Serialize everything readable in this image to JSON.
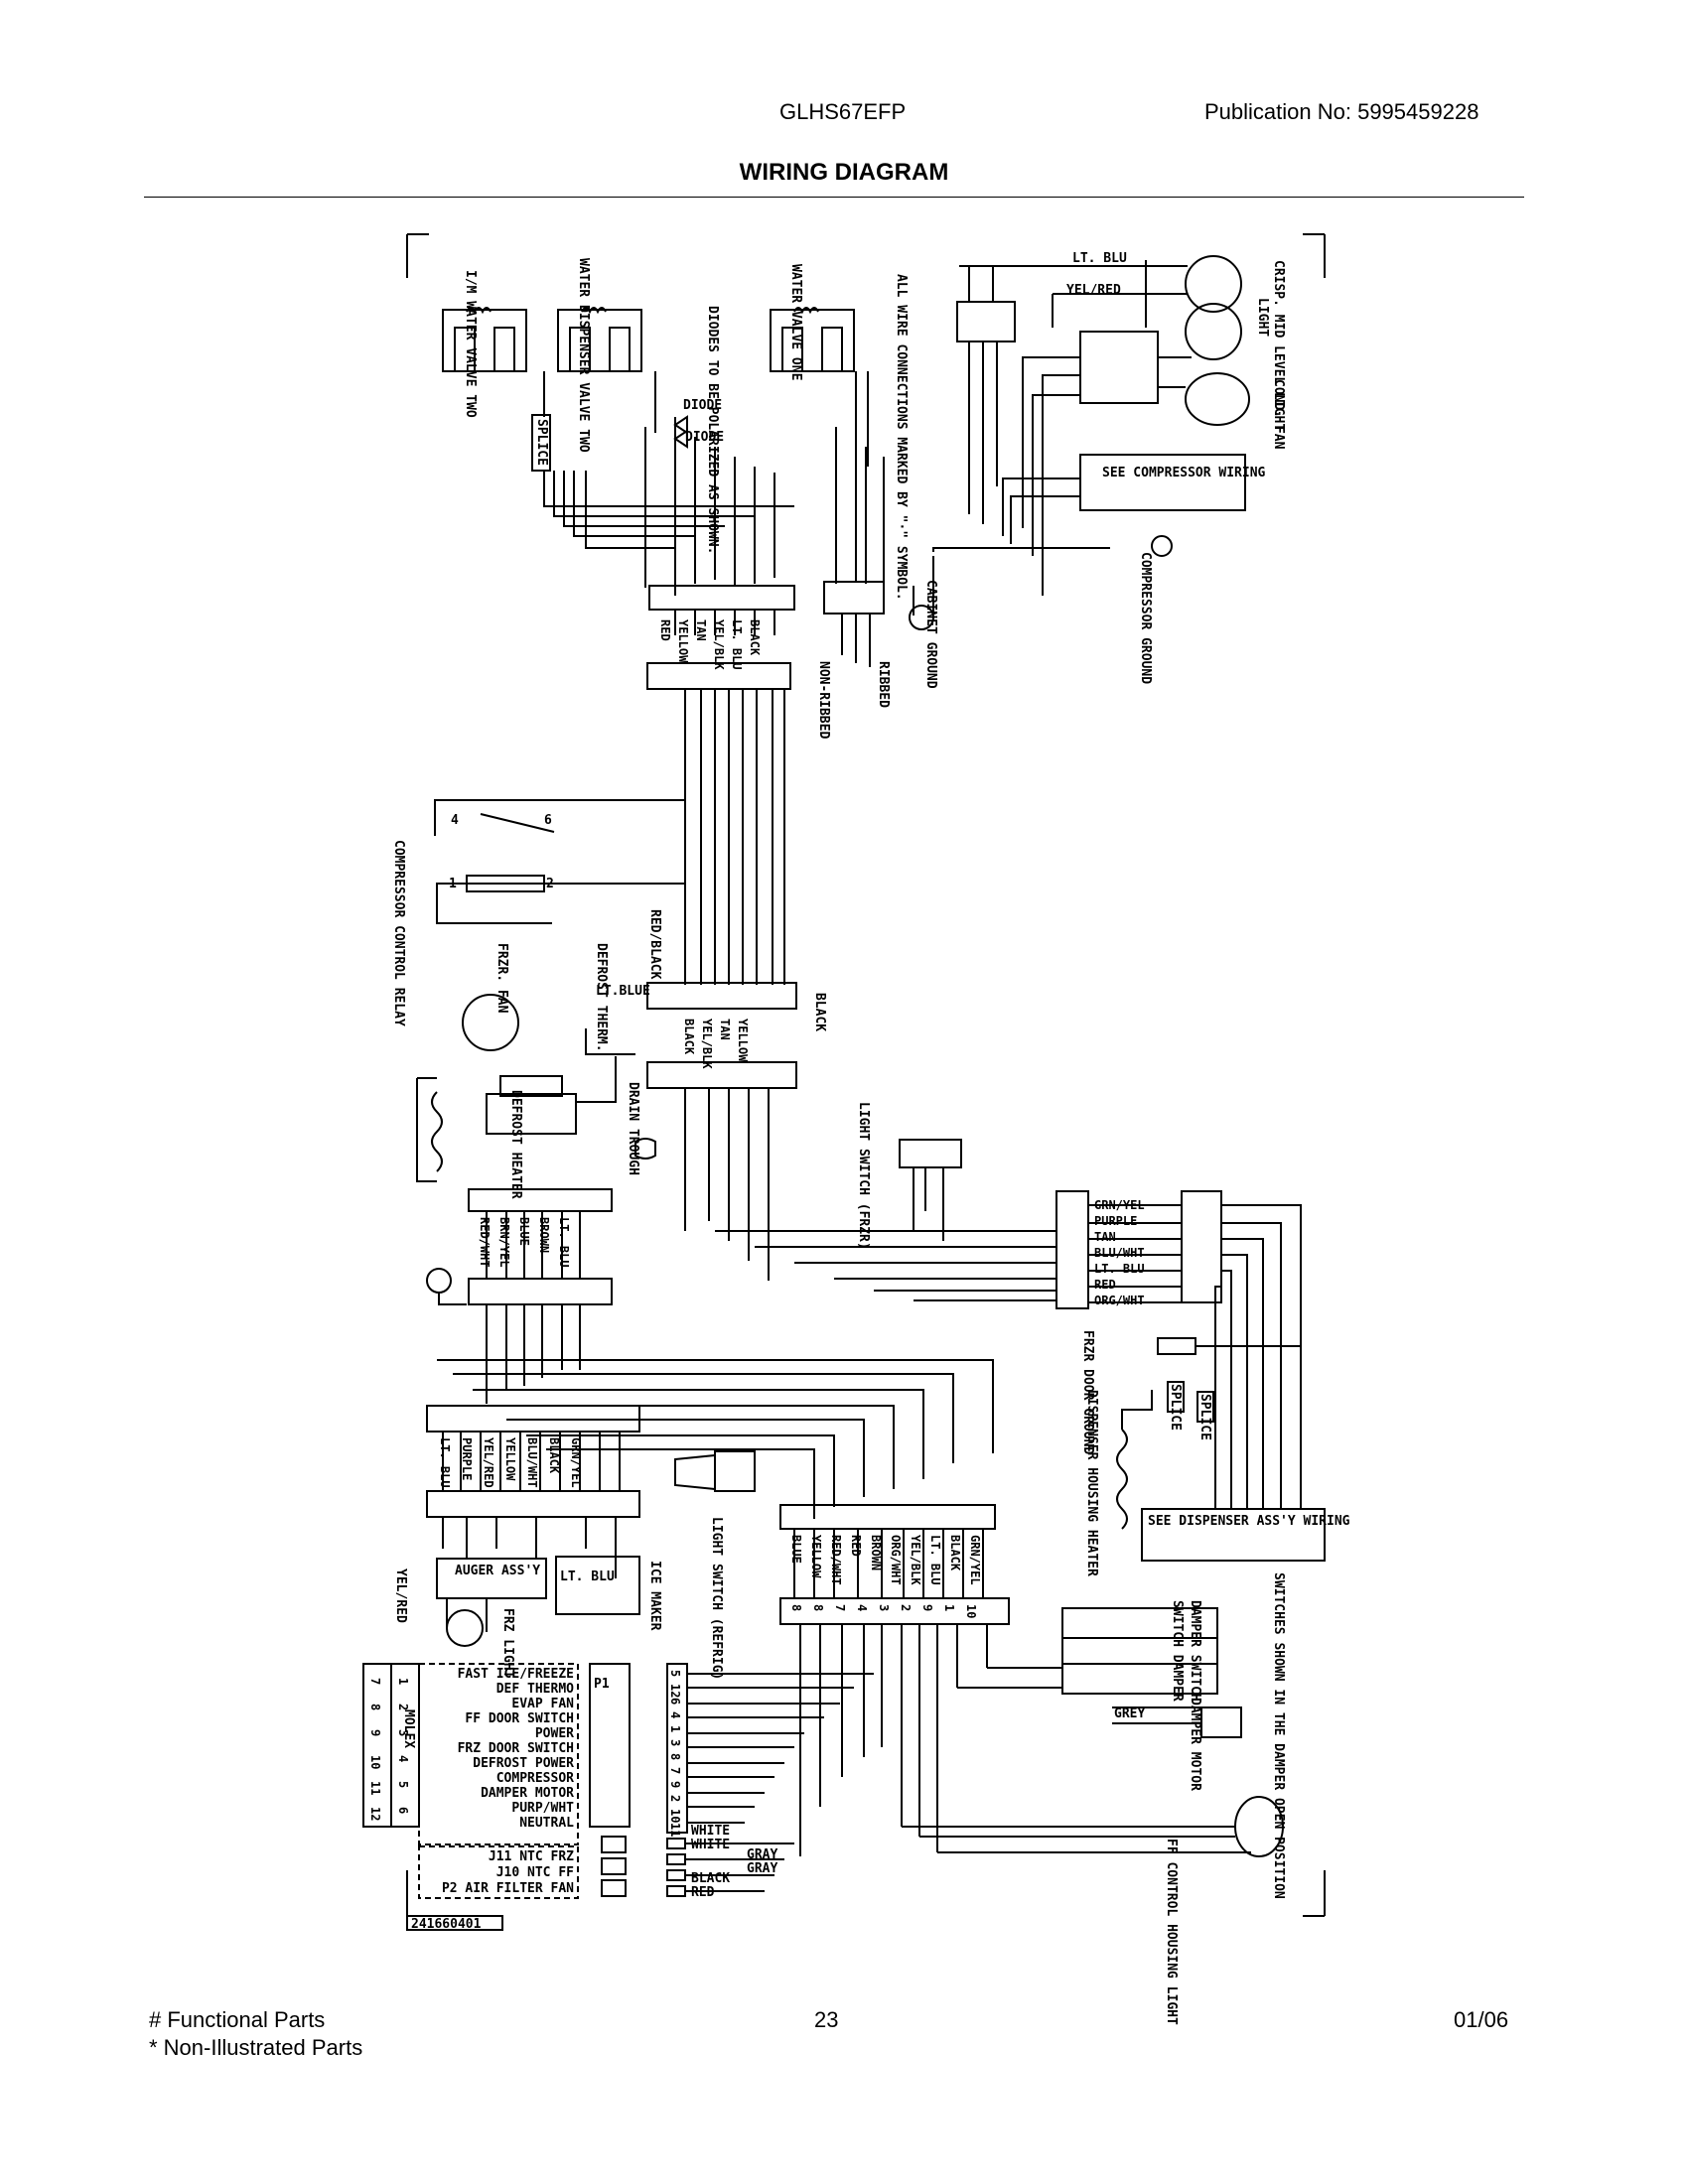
{
  "header": {
    "model": "GLHS67EFP",
    "publication": "Publication No:  5995459228",
    "title": "WIRING DIAGRAM"
  },
  "footer": {
    "functional_parts": "# Functional Parts",
    "non_illustrated": "* Non-Illustrated Parts",
    "page_number": "23",
    "date": "01/06"
  },
  "diagram": {
    "vertical_labels": {
      "ice_water_valve": "I/M WATER VALVE TWO",
      "dispenser_valve": "WATER DISPENSER VALVE TWO",
      "water_valve_one": "WATER VALVE ONE",
      "connections_note": "ALL WIRE CONNECTIONS MARKED BY \"·\" SYMBOL.",
      "diodes_note": "DIODES TO BE POLARIZED AS SHOWN.",
      "splice_top": "SPLICE",
      "crisp_light": "CRISP. MID LEVEL LIGHT",
      "cond_fan": "COND. FAN",
      "light_right": "LIGHT",
      "cabinet_ground": "CABINET GROUND",
      "compressor_ground": "COMPRESSOR GROUND",
      "ribbed": "RIBBED",
      "non_ribbed": "NON-RIBBED",
      "compressor_relay": "COMPRESSOR CONTROL RELAY",
      "red_black": "RED/BLACK",
      "black_mid": "BLACK",
      "frzr_fan": "FRZR. FAN",
      "defrost_therm": "DEFROST THERM.",
      "defrost_heater": "DEFROST HEATER",
      "drain_trough": "DRAIN TROUGH",
      "light_switch_frzr": "LIGHT SWITCH (FRZR)",
      "frzr_door_ground": "FRZR DOOR GROUND",
      "dispenser_heater": "DISPENSER HOUSING HEATER",
      "light_switch_refrig": "LIGHT SWITCH (REFRIG)",
      "ice_maker": "ICE MAKER",
      "frz_light": "FRZ LIGHT",
      "yel_red": "YEL/RED",
      "switches_note": "SWITCHES SHOWN IN THE DAMPER OPEN POSITION",
      "damper_switch": "DAMPER SWITCH",
      "damper_switch_b": "SWITCH DAMPER",
      "damper_motor": "DAMPER MOTOR",
      "ff_light": "FF CONTROL HOUSING LIGHT",
      "molex": "MOLEX",
      "splice_a": "SPLICE",
      "splice_b": "SPLICE"
    },
    "wire_groups": {
      "top_connector": [
        "RED",
        "YELLOW",
        "TAN",
        "YEL/BLK",
        "LT. BLU",
        "BLACK"
      ],
      "mid_connector": [
        "BLACK",
        "YEL/BLK",
        "TAN",
        "YELLOW"
      ],
      "freezer_connector": [
        "RED/WHT",
        "BRN/YEL",
        "BLUE",
        "BROWN",
        "LT. BLU"
      ],
      "lower_connector": [
        "LT. BLU",
        "PURPLE",
        "YEL/RED",
        "YELLOW",
        "BLU/WHT",
        "BLACK",
        "GRN/YEL"
      ],
      "refrig_connector": [
        "BLUE",
        "YELLOW",
        "RED/WHT",
        "RED",
        "BROWN",
        "ORG/WHT",
        "YEL/BLK",
        "LT. BLU",
        "BLACK",
        "GRN/YEL"
      ],
      "door_connector": [
        "GRN/YEL",
        "PURPLE",
        "TAN",
        "BLU/WHT",
        "LT. BLU",
        "RED",
        "ORG/WHT"
      ]
    },
    "labels": {
      "lt_blu_top": "LT. BLU",
      "yel_red_top": "YEL/RED",
      "see_compressor": "SEE COMPRESSOR WIRING",
      "diode_1": "DIODE",
      "diode_2": "DIODE",
      "relay_4": "4",
      "relay_6": "6",
      "relay_1": "1",
      "relay_2": "2",
      "lt_blue_therm": "LT.BLUE",
      "see_dispenser": "SEE DISPENSER ASS'Y WIRING",
      "auger": "AUGER ASS'Y",
      "lt_blu_auger": "LT. BLU",
      "grey": "GREY",
      "p1": "P1",
      "part_number": "241660401",
      "white_1": "WHITE",
      "white_2": "WHITE",
      "gray_1": "GRAY",
      "gray_2": "GRAY",
      "black_b": "BLACK",
      "red_b": "RED"
    },
    "control_functions": [
      "FAST ICE/FREEZE",
      "DEF THERMO",
      "EVAP FAN",
      "FF DOOR SWITCH",
      "POWER",
      "FRZ DOOR SWITCH",
      "DEFROST POWER",
      "COMPRESSOR",
      "DAMPER MOTOR",
      "PURP/WHT",
      "NEUTRAL"
    ],
    "sensor_functions": [
      "J11 NTC FRZ",
      "J10 NTC FF",
      "P2 AIR FILTER FAN"
    ],
    "pin_numbers_left": [
      "7",
      "8",
      "9",
      "10",
      "11",
      "12"
    ],
    "pin_numbers_right": [
      "1",
      "2",
      "3",
      "4",
      "5",
      "6"
    ],
    "p1_pins": [
      "5",
      "12",
      "6",
      "4",
      "1",
      "3",
      "8",
      "7",
      "9",
      "2",
      "10",
      "11"
    ],
    "bottom_connector_pins": [
      "8",
      "8",
      "7",
      "4",
      "3",
      "2",
      "9",
      "1",
      "10"
    ]
  }
}
